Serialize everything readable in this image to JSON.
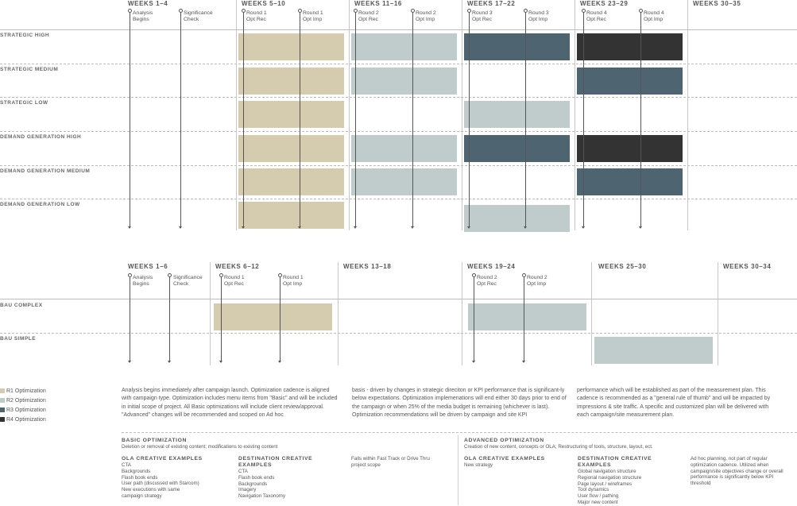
{
  "colors": {
    "r1": "#d5ccaf",
    "r2": "#bfcccb",
    "r3": "#4e6471",
    "r4": "#333333"
  },
  "top_weeks": [
    "WEEKS 1–4",
    "WEEKS 5–10",
    "WEEKS 11–16",
    "WEEKS 17–22",
    "WEEKS 23–29",
    "WEEKS 30–35"
  ],
  "top_milestones": [
    [
      "Analysis",
      "Begins"
    ],
    [
      "Significance",
      "Check"
    ],
    [
      "Round 1",
      "Opt Rec"
    ],
    [
      "Round 1",
      "Opt Imp"
    ],
    [
      "Round 2",
      "Opt Rec"
    ],
    [
      "Round 2",
      "Opt Imp"
    ],
    [
      "Round 3",
      "Opt Rec"
    ],
    [
      "Round 3",
      "Opt Imp"
    ],
    [
      "Round 4",
      "Opt Rec"
    ],
    [
      "Round 4",
      "Opt Imp"
    ]
  ],
  "top_rows": [
    "STRATEGIC HIGH",
    "STRATEGIC MEDIUM",
    "STRATEGIC LOW",
    "DEMAND GENERATION HIGH",
    "DEMAND GENERATION MEDIUM",
    "DEMAND GENERATION LOW"
  ],
  "bottom_weeks": [
    "WEEKS 1–6",
    "WEEKS 6–12",
    "WEEKS 13–18",
    "WEEKS 19–24",
    "WEEKS 25–30",
    "WEEKS 30–34"
  ],
  "bottom_milestones": [
    [
      "Analysis",
      "Begins"
    ],
    [
      "Significance",
      "Check"
    ],
    [
      "Round 1",
      "Opt Rec"
    ],
    [
      "Round 1",
      "Opt Imp"
    ],
    [
      "Round 2",
      "Opt Rec"
    ],
    [
      "Round 2",
      "Opt Imp"
    ]
  ],
  "bottom_rows": [
    "BAU COMPLEX",
    "BAU SIMPLE"
  ],
  "legend": [
    "R1 Optimization",
    "R2 Optimization",
    "R3 Optimization",
    "R4 Optimization"
  ],
  "paragraphs": [
    "Analysis begins immediately after campaign launch. Optimization cadence is aligned with campaign type. Optimization includes menu items from \"Basic\" and will be included in initial scope of project. All Basic optimizations will include client review/approval. \"Advanced\" changes will be recommended and scoped on Ad hoc",
    "basis - driven by changes in strategic direciton or KPI performance that is significant-ly below expectations. Optimization implemenations will end either 30 days prior to end of the campaign or when 25% of the media budget is remaining (whichever is last). Optimization recommendations will be driven by campaign and site KPI",
    "performance which will be established as part of the measurement plan. This cadence is recommended as a \"general rule of thumb\" and will be impacted by impressions & site traffic. A specific and customized plan will be delivered with each campaign/site measurement plan."
  ],
  "basic": {
    "title": "BASIC OPTIMIZATION",
    "subtitle": "Deletion or removal of existing content; modifications to existing content",
    "ola_title": "OLA CREATIVE EXAMPLES",
    "ola_items": [
      "CTA",
      "Backgrounds",
      "Flash book ends",
      "User path (discussed with Starcom)",
      "New executions with same",
      "campaign strategy"
    ],
    "dest_title": "DESTINATION CREATIVE EXAMPLES",
    "dest_items": [
      "CTA",
      "Flash book ends",
      "Backgrounds",
      "Imagery",
      "Navigation Taxonomy"
    ],
    "note": "Falls within Fast Track or Drive Thru project scope"
  },
  "advanced": {
    "title": "ADVANCED OPTIMIZATION",
    "subtitle": "Creation of new content, concepts or OLA; Restructuring of tools, structure, layout, ect.",
    "ola_title": "OLA CREATIVE EXAMPLES",
    "ola_items": [
      "New strategy"
    ],
    "dest_title": "DESTINATION CREATIVE EXAMPLES",
    "dest_items": [
      "Global navigation structure",
      "Regional navigation structure",
      "Page layout / wireframes",
      "Tool dynamics",
      "User flow / pathing",
      "Major new content"
    ],
    "note": "Ad hoc planning, not part of regular optimization cadence. Utilized when campaign/site objectives change or overall performance is significantly below KPI threshold"
  }
}
